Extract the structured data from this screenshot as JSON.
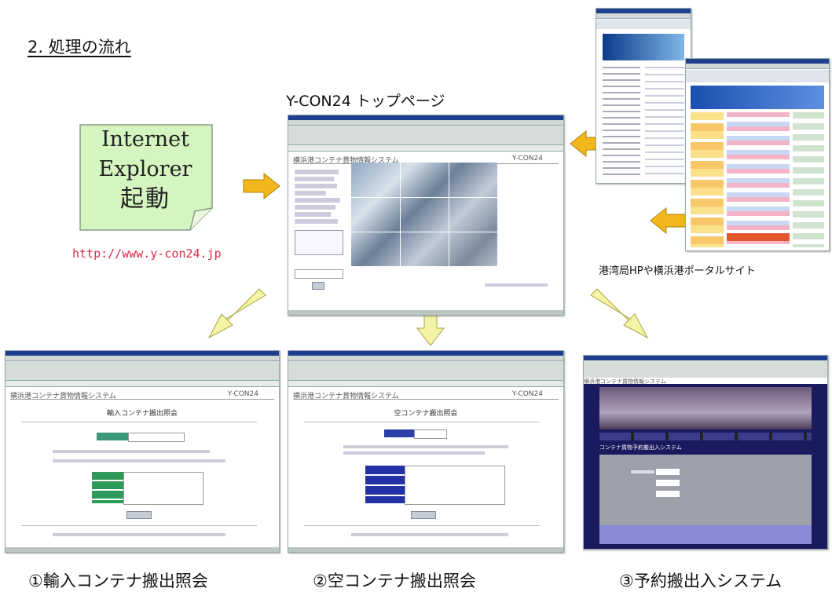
{
  "heading": "2. 処理の流れ",
  "ie_note": {
    "line1": "Internet",
    "line2": "Explorer",
    "line3": "起動"
  },
  "url": "http://www.y-con24.jp",
  "top_page_label": "Y-CON24 トップページ",
  "portal_label": "港湾局HPや横浜港ポータルサイト",
  "captions": {
    "import": "①輸入コンテナ搬出照会",
    "empty": "②空コンテナ搬出照会",
    "reservation": "③予約搬出入システム"
  },
  "screens": {
    "system_name": "横浜港コンテナ貨物情報システム",
    "brand": "Y-CON24",
    "import_title": "輸入コンテナ搬出照会",
    "empty_title": "空コンテナ搬出照会",
    "reservation_title": "コンテナ貨物予約搬出入システム"
  },
  "colors": {
    "arrow_orange": "#f2b81b",
    "arrow_yellow": "#f5f3a6",
    "note_green": "#d5f5c0",
    "url_red": "#e0294a"
  }
}
